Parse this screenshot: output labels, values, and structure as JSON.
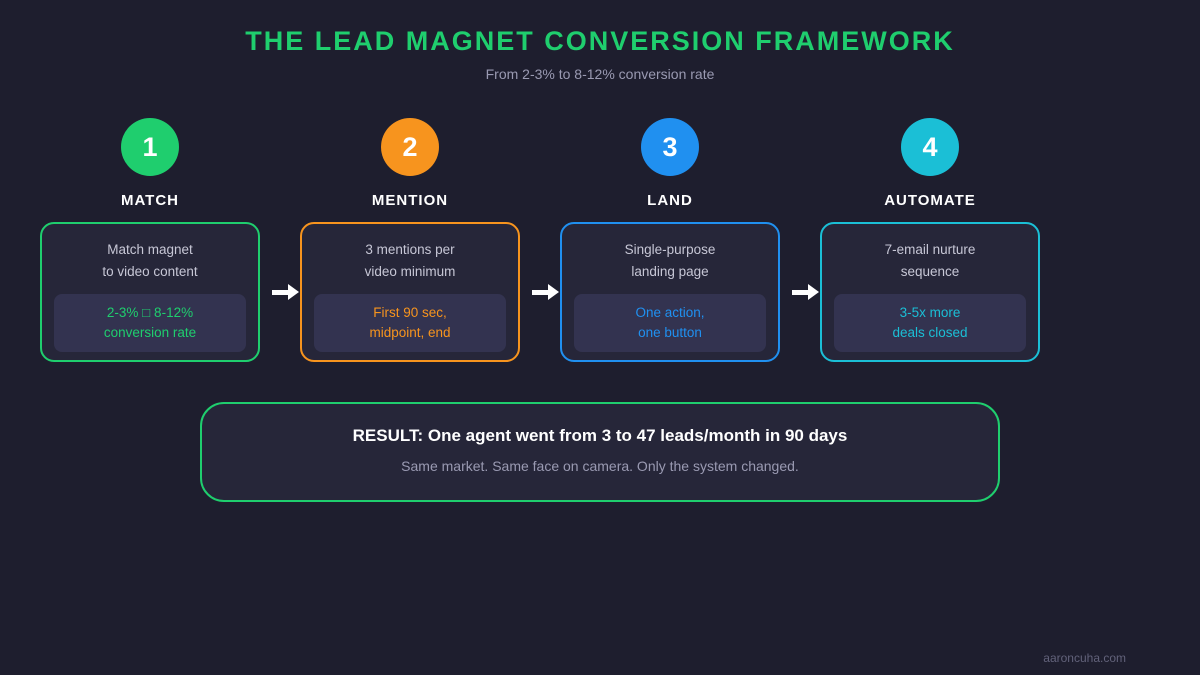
{
  "page": {
    "title": "THE LEAD MAGNET CONVERSION FRAMEWORK",
    "subtitle": "From 2-3% to 8-12% conversion rate",
    "watermark": "aaroncuha.com"
  },
  "colors": {
    "background": "#1e1e2e",
    "card_background": "#262639",
    "pill_background": "#333350",
    "green": "#1fce6e",
    "orange": "#f7941e",
    "blue": "#2090f0",
    "cyan": "#1bbfd6",
    "muted_text": "#9a9ab2",
    "white_text": "#ffffff"
  },
  "steps": [
    {
      "number": "1",
      "label": "MATCH",
      "line1": "Match magnet",
      "line2": "to video content",
      "pill1": "2-3% □ 8-12%",
      "pill2": "conversion rate",
      "accent": "#1fce6e"
    },
    {
      "number": "2",
      "label": "MENTION",
      "line1": "3 mentions per",
      "line2": "video minimum",
      "pill1": "First 90 sec,",
      "pill2": "midpoint, end",
      "accent": "#f7941e"
    },
    {
      "number": "3",
      "label": "LAND",
      "line1": "Single-purpose",
      "line2": "landing page",
      "pill1": "One action,",
      "pill2": "one button",
      "accent": "#2090f0"
    },
    {
      "number": "4",
      "label": "AUTOMATE",
      "line1": "7-email nurture",
      "line2": "sequence",
      "pill1": "3-5x more",
      "pill2": "deals closed",
      "accent": "#1bbfd6"
    }
  ],
  "result": {
    "title": "RESULT: One agent went from 3 to 47 leads/month in 90 days",
    "subtitle": "Same market. Same face on camera. Only the system changed."
  }
}
